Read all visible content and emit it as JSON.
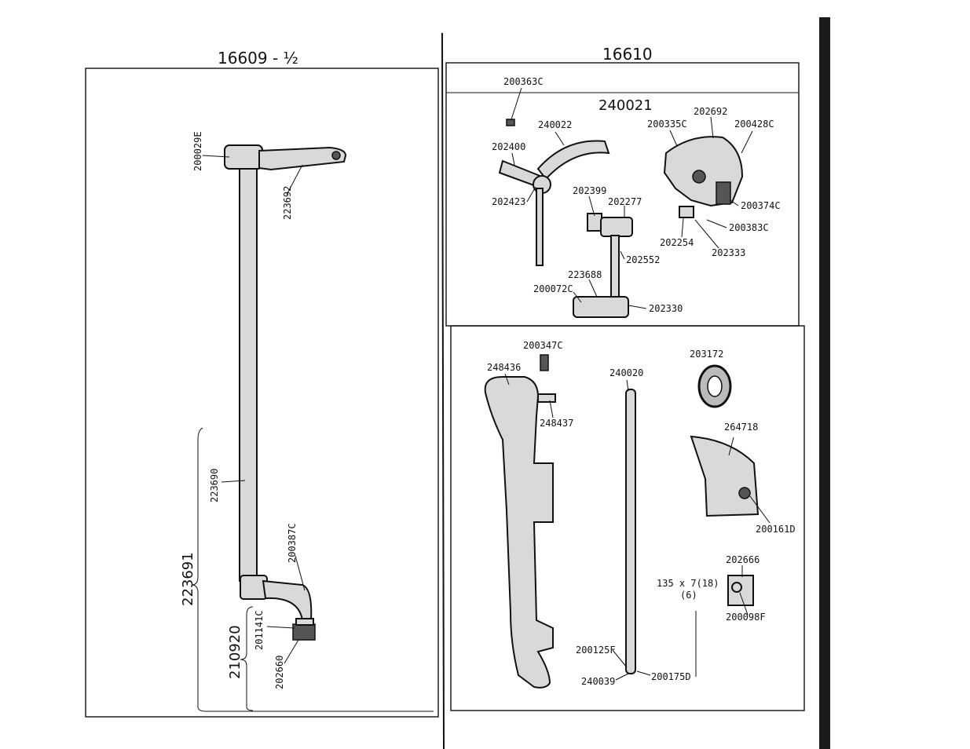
{
  "left": {
    "title": "16609 - ½",
    "labels": {
      "a": "200029E",
      "b": "223692",
      "c": "223690",
      "d": "200387C",
      "e": "223691",
      "f": "210920",
      "g": "201141C",
      "h": "202660"
    }
  },
  "right": {
    "title": "16610",
    "top": {
      "a": "200363C",
      "b": "240021",
      "c": "240022",
      "d": "202400",
      "e": "202423",
      "f": "202692",
      "g": "200335C",
      "h": "200428C",
      "i": "200374C",
      "j": "200383C",
      "k": "202254",
      "l": "202333",
      "m": "202399",
      "n": "202277",
      "o": "202552",
      "p": "223688",
      "q": "200072C",
      "r": "202330"
    },
    "bottom": {
      "a": "200347C",
      "b": "248436",
      "c": "248437",
      "d": "240020",
      "e": "203172",
      "f": "264718",
      "g": "200161D",
      "h": "202666",
      "i": "200098F",
      "j": "135 x 7(18)",
      "k": "(6)",
      "l": "200125F",
      "m": "240039",
      "n": "200175D"
    }
  }
}
